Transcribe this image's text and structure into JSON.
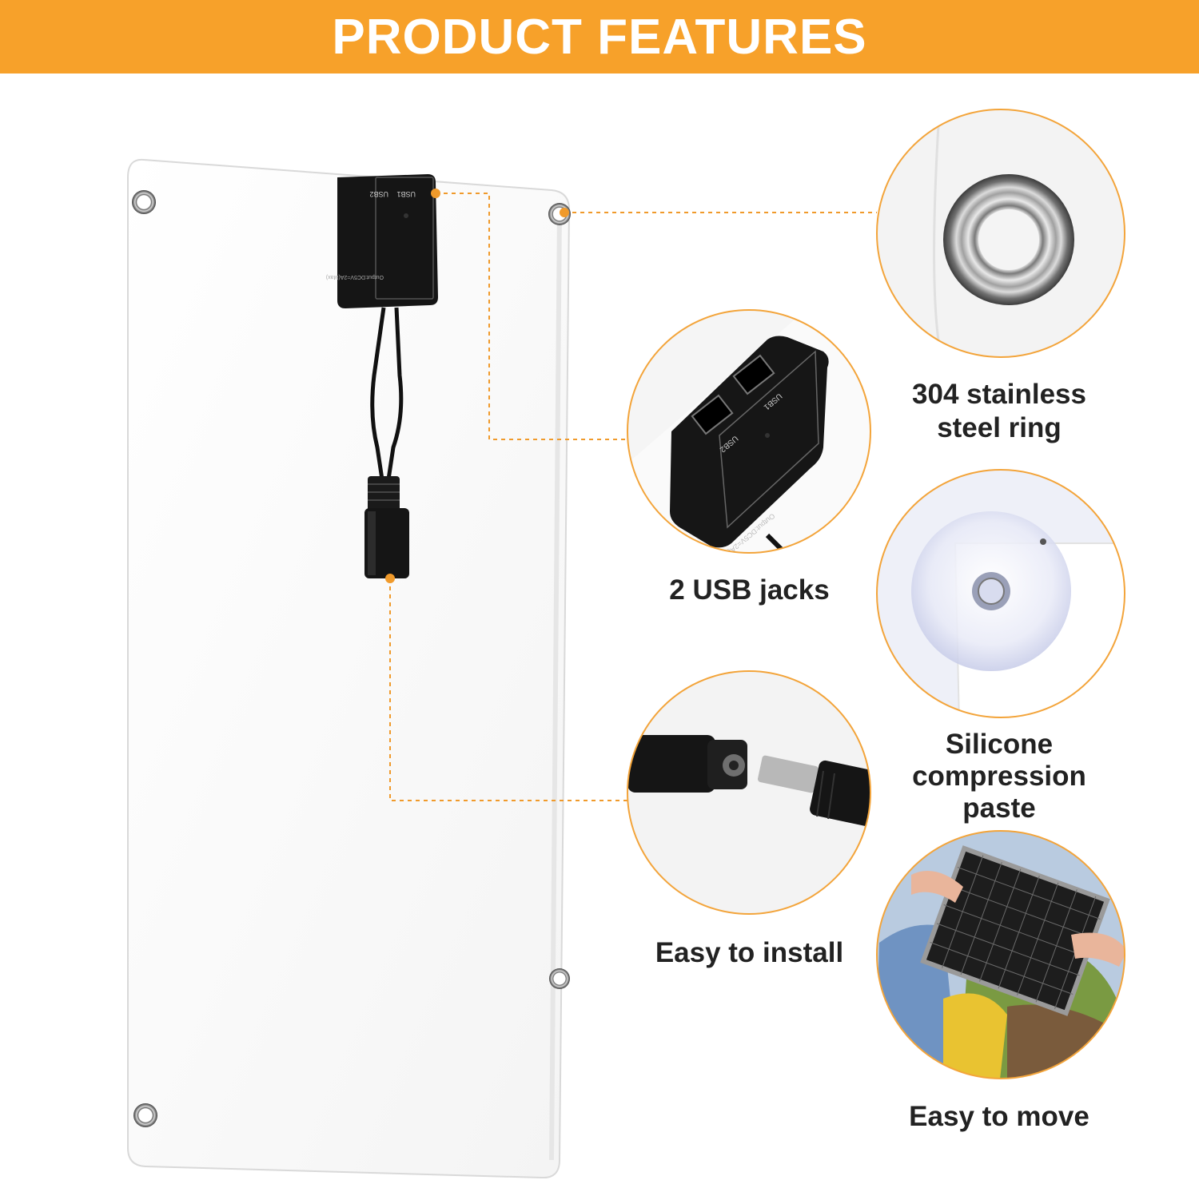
{
  "banner": {
    "title": "PRODUCT FEATURES"
  },
  "colors": {
    "accent": "#f7a12a",
    "text": "#222222",
    "panel": "#ffffff",
    "junction_box": "#151515"
  },
  "panel": {
    "junction_box": {
      "port_labels": [
        "USB2",
        "USB1"
      ],
      "output_text": "Output:DC5V=2A(Max)"
    }
  },
  "features": [
    {
      "label_lines": [
        "304 stainless",
        "steel ring"
      ],
      "icon": "steel-ring-icon"
    },
    {
      "label_lines": [
        "2 USB jacks"
      ],
      "icon": "usb-jacks-icon"
    },
    {
      "label_lines": [
        "Silicone",
        "compression",
        "paste"
      ],
      "icon": "suction-cup-icon"
    },
    {
      "label_lines": [
        "Easy to install"
      ],
      "icon": "dc-connector-icon"
    },
    {
      "label_lines": [
        "Easy to move"
      ],
      "icon": "backpack-icon"
    }
  ],
  "closeups": {
    "usb_box": {
      "port_labels": [
        "USB1",
        "USB2"
      ],
      "output_text": "Output:DC5V=2A(Max)"
    }
  }
}
